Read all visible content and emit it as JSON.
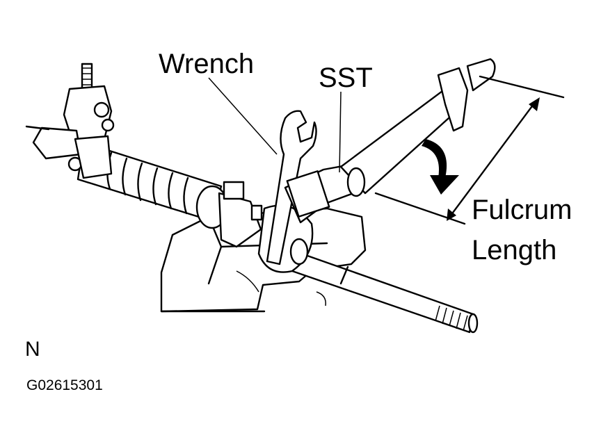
{
  "labels": {
    "wrench": "Wrench",
    "sst": "SST",
    "fulcrum_line1": "Fulcrum",
    "fulcrum_line2": "Length",
    "view_marker": "N",
    "figure_code": "G02615301"
  }
}
